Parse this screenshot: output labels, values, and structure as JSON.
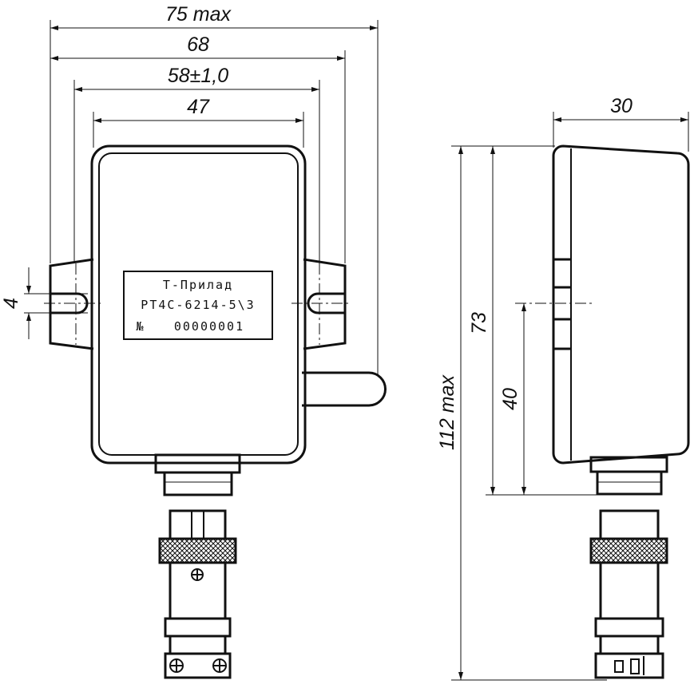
{
  "dimensions": {
    "width_max": "75 max",
    "width_68": "68",
    "mount_spacing": "58±1,0",
    "body_width": "47",
    "slot_height": "4",
    "side_depth": "30",
    "height_max": "112 max",
    "height_73": "73",
    "height_40": "40"
  },
  "nameplate": {
    "line1": "Т-Прилад",
    "line2": "РТ4С-6214-5\\3",
    "number_label": "№",
    "number": "00000001"
  }
}
